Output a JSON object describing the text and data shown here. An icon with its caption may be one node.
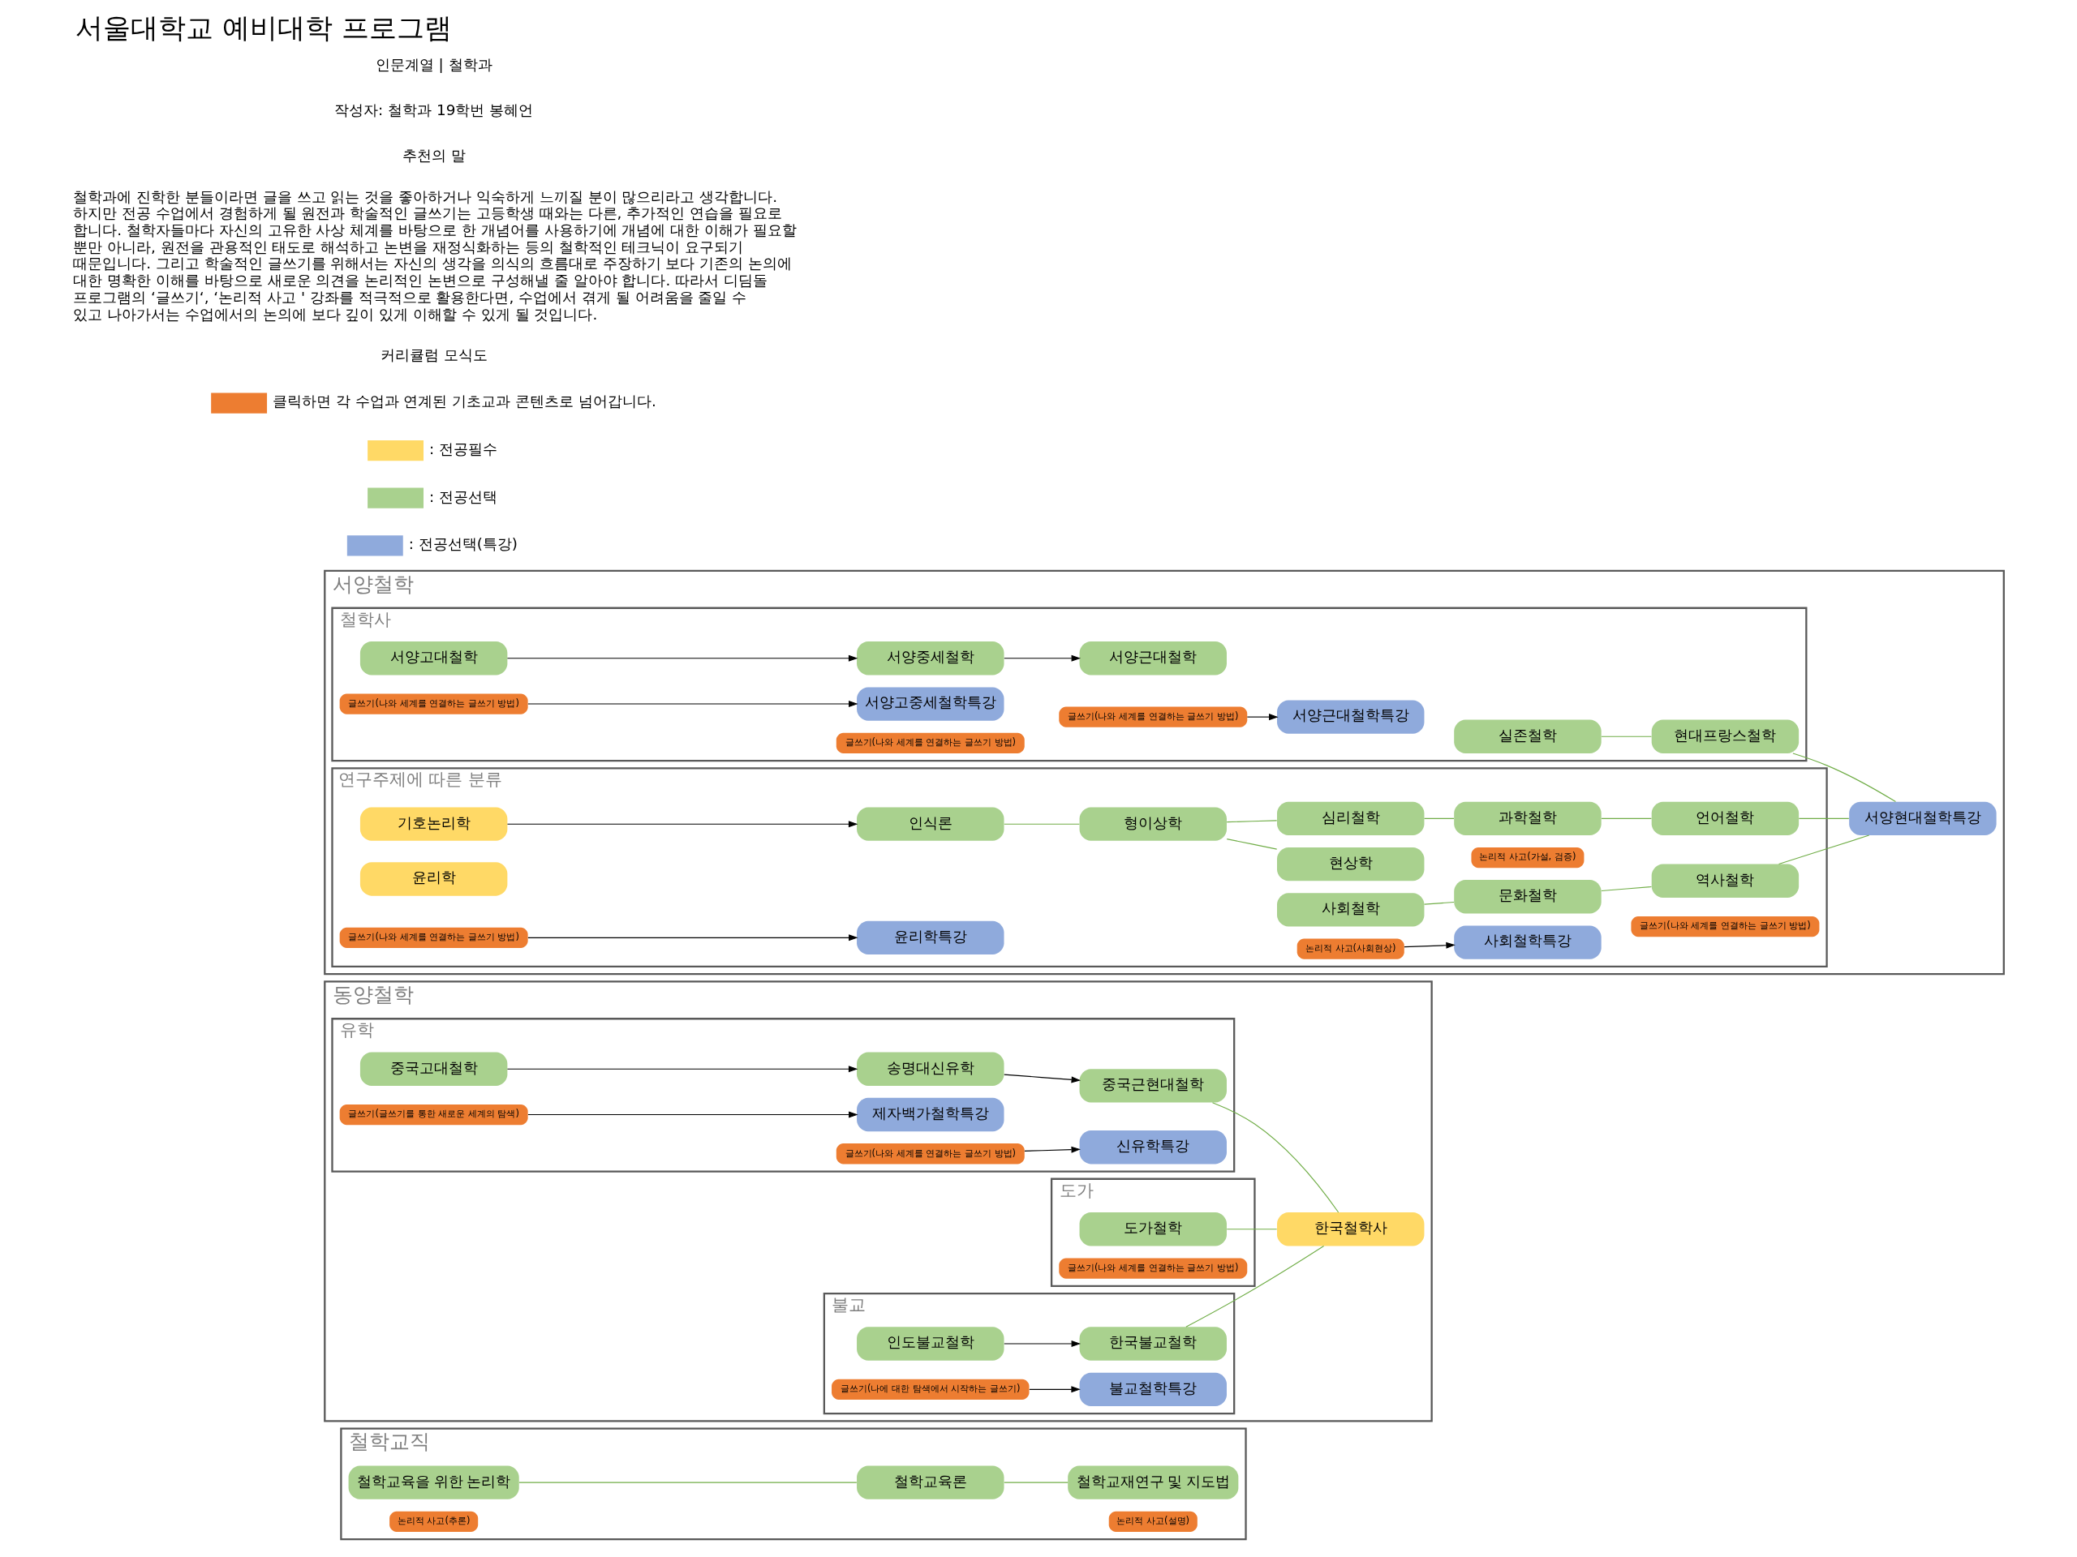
{
  "diagram": {
    "title": "서울대학교 예비대학 프로그램",
    "nodes": [
      {
        "text": [
          "서양철학"
        ]
      },
      {
        "text": [
          "철학사"
        ],
        "in": 0
      },
      {
        "text": [
          "서양고대철학"
        ],
        "in": 1
      },
      {
        "text": [
          "글쓰기(나와 세계를 연결하는 글쓰기 방법)"
        ],
        "in": 1
      },
      {
        "text": [
          "서양중세철학"
        ],
        "in": 1
      },
      {
        "text": [
          "글쓰기(나와 세계를 연결하는 글쓰기 방법)"
        ],
        "in": 1
      },
      {
        "text": [
          "서양근대철학"
        ],
        "in": 1
      },
      {
        "text": [
          "글쓰기(나와 세계를 연결하는 글쓰기 방법)"
        ],
        "in": 1
      },
      {
        "text": [
          "서양고중세철학특강"
        ],
        "in": 1
      },
      {
        "text": [
          "서양근대철학특강"
        ],
        "in": 1
      },
      {
        "text": [
          "실존철학"
        ],
        "in": 1
      },
      {
        "text": [
          "현대프랑스철학"
        ],
        "in": 1
      },
      {
        "text": [
          "서양현대철학특강"
        ],
        "in": 0
      },
      {
        "text": [
          "연구주제에 따른 분류"
        ],
        "in": 0
      },
      {
        "text": [
          "기호논리학"
        ],
        "in": 13
      },
      {
        "text": [
          "인식론"
        ],
        "in": 13
      },
      {
        "text": [
          "형이상학"
        ],
        "in": 13
      },
      {
        "text": [
          "현상학"
        ],
        "in": 13
      },
      {
        "text": [
          "심리철학"
        ],
        "in": 13
      },
      {
        "text": [
          "과학철학"
        ],
        "in": 13
      },
      {
        "text": [
          "논리적 사고(가설, 검증)"
        ],
        "in": 13
      },
      {
        "text": [
          "언어철학"
        ],
        "in": 13
      },
      {
        "text": [
          "윤리학"
        ],
        "in": 13
      },
      {
        "text": [
          "글쓰기(나와 세계를 연결하는 글쓰기 방법)"
        ],
        "in": 13
      },
      {
        "text": [
          "윤리학특강"
        ],
        "in": 13
      },
      {
        "text": [
          "사회철학"
        ],
        "in": 13
      },
      {
        "text": [
          "논리적 사고(사회현상)"
        ],
        "in": 13
      },
      {
        "text": [
          "사회철학특강"
        ],
        "in": 13
      },
      {
        "text": [
          "문화철학"
        ],
        "in": 13
      },
      {
        "text": [
          "역사철학"
        ],
        "in": 13
      },
      {
        "text": [
          "글쓰기(나와 세계를 연결하는 글쓰기 방법)"
        ],
        "in": 13
      },
      {
        "text": [
          "동양철학"
        ]
      },
      {
        "text": [
          "유학"
        ],
        "in": 31
      },
      {
        "text": [
          "중국고대철학"
        ],
        "in": 32
      },
      {
        "text": [
          "글쓰기(글쓰기를 통한 새로운 세계의 탐색)"
        ],
        "in": 32
      },
      {
        "text": [
          "송명대신유학"
        ],
        "in": 32
      },
      {
        "text": [
          "글쓰기(나와 세계를 연결하는 글쓰기 방법)"
        ],
        "in": 32
      },
      {
        "text": [
          "중국근현대철학"
        ],
        "in": 32
      },
      {
        "text": [
          "제자백가철학특강"
        ],
        "in": 32
      },
      {
        "text": [
          "신유학특강"
        ],
        "in": 32
      },
      {
        "text": [
          "도가"
        ],
        "in": 31
      },
      {
        "text": [
          "도가철학"
        ],
        "in": 40
      },
      {
        "text": [
          "글쓰기(나와 세계를 연결하는 글쓰기 방법)"
        ],
        "in": 40
      },
      {
        "text": [
          "불교"
        ],
        "in": 31
      },
      {
        "text": [
          "인도불교철학"
        ],
        "in": 43
      },
      {
        "text": [
          "글쓰기(나에 대한 탐색에서 시작하는 글쓰기)"
        ],
        "in": 43
      },
      {
        "text": [
          "한국불교철학"
        ],
        "in": 43
      },
      {
        "text": [
          "불교철학특강"
        ],
        "in": 43
      },
      {
        "text": [
          "한국철학사"
        ],
        "in": 31
      },
      {
        "text": [
          "철학교직"
        ]
      },
      {
        "text": [
          "철학교육을 위한 논리학"
        ],
        "in": 49
      },
      {
        "text": [
          "논리적 사고(추론)"
        ],
        "in": 49
      },
      {
        "text": [
          "철학교육론"
        ],
        "in": 49
      },
      {
        "text": [
          "철학교재연구 및 지도법"
        ],
        "in": 49
      },
      {
        "text": [
          "논리적 사고(설명)"
        ],
        "in": 49
      }
    ],
    "edges": [
      {
        "from": 2,
        "to": 4,
        "arrow": "to",
        "color": "#000000"
      },
      {
        "from": 4,
        "to": 6,
        "arrow": "to",
        "color": "#000000"
      },
      {
        "from": 3,
        "to": 8,
        "arrow": "to",
        "color": "#000000"
      },
      {
        "from": 7,
        "to": 9,
        "arrow": "to",
        "color": "#000000"
      },
      {
        "from": 10,
        "to": 11,
        "arrow": "none"
      },
      {
        "from": 11,
        "to": 12,
        "arrow": "none"
      },
      {
        "from": 14,
        "to": 15,
        "arrow": "to",
        "color": "#000000"
      },
      {
        "from": 15,
        "to": 16,
        "arrow": "none"
      },
      {
        "from": 16,
        "to": 17,
        "arrow": "none"
      },
      {
        "from": 16,
        "to": 18,
        "arrow": "none"
      },
      {
        "from": 18,
        "to": 19,
        "arrow": "none"
      },
      {
        "from": 19,
        "to": 21,
        "arrow": "none"
      },
      {
        "from": 21,
        "to": 12,
        "arrow": "none"
      },
      {
        "from": 23,
        "to": 24,
        "arrow": "to",
        "color": "#000000"
      },
      {
        "from": 25,
        "to": 28,
        "arrow": "none"
      },
      {
        "from": 26,
        "to": 27,
        "arrow": "to",
        "color": "#000000"
      },
      {
        "from": 28,
        "to": 29,
        "arrow": "none"
      },
      {
        "from": 29,
        "to": 12,
        "arrow": "none"
      },
      {
        "from": 33,
        "to": 35,
        "arrow": "to",
        "color": "#000000"
      },
      {
        "from": 35,
        "to": 37,
        "arrow": "to",
        "color": "#000000"
      },
      {
        "from": 34,
        "to": 38,
        "arrow": "to",
        "color": "#000000"
      },
      {
        "from": 36,
        "to": 39,
        "arrow": "to",
        "color": "#000000"
      },
      {
        "from": 37,
        "to": 48,
        "arrow": "none"
      },
      {
        "from": 41,
        "to": 48,
        "arrow": "none"
      },
      {
        "from": 44,
        "to": 46,
        "arrow": "to",
        "color": "#000000"
      },
      {
        "from": 45,
        "to": 47,
        "arrow": "to",
        "color": "#000000"
      },
      {
        "from": 46,
        "to": 48,
        "arrow": "none"
      },
      {
        "from": 50,
        "to": 52,
        "arrow": "none"
      },
      {
        "from": 52,
        "to": 53,
        "arrow": "none"
      }
    ],
    "labels": [
      "인문계열 | 철학과",
      "작성자: 철학과 19학번 봉혜언",
      "추천의 말",
      "철학과에 진학한 분들이라면 글을 쓰고 읽는 것을 좋아하거나 익숙하게 느끼질 분이 많으리라고 생각합니다. 하지만 전공 수업에서 경험하게 될 원전과 학술적인 글쓰기는 고등학생 때와는 다른, 추가적인 연습을 필요로 합니다. 철학자들마다 자신의 고유한 사상 체계를 바탕으로 한 개념어를 사용하기에 개념에 대한 이해가 필요할 뿐만 아니라, 원전을 관용적인 태도로 해석하고 논변을 재정식화하는 등의 철학적인 테크닉이 요구되기 때문입니다. 그리고 학술적인 글쓰기를 위해서는 자신의 생각을 의식의 흐름대로 주장하기 보다 기존의 논의에 대한 명확한 이해를 바탕으로 새로운 의견을 논리적인 논변으로 구성해낼 줄 알아야 합니다. 따라서 디딤돌 프로그램의 ‘글쓰기‘, ‘논리적 사고 ' 강좌를 적극적으로 활용한다면, 수업에서 겪게 될 어려움을 줄일 수 있고 나아가서는 수업에서의 논의에 보다 깊이 있게 이해할 수 있게 될 것입니다.",
      "커리큘럼 모식도"
    ],
    "legend": [
      {
        "text": "클릭하면 각 수업과 연계된 기초교과 콘텐츠로 넘어갑니다.",
        "color": "#ed7d31"
      },
      {
        "text": ": 전공필수",
        "color": "#ffd966"
      },
      {
        "text": ": 전공선택",
        "color": "#a9d18e"
      },
      {
        "text": ": 전공선택(특강)",
        "color": "#8faadc"
      }
    ]
  }
}
